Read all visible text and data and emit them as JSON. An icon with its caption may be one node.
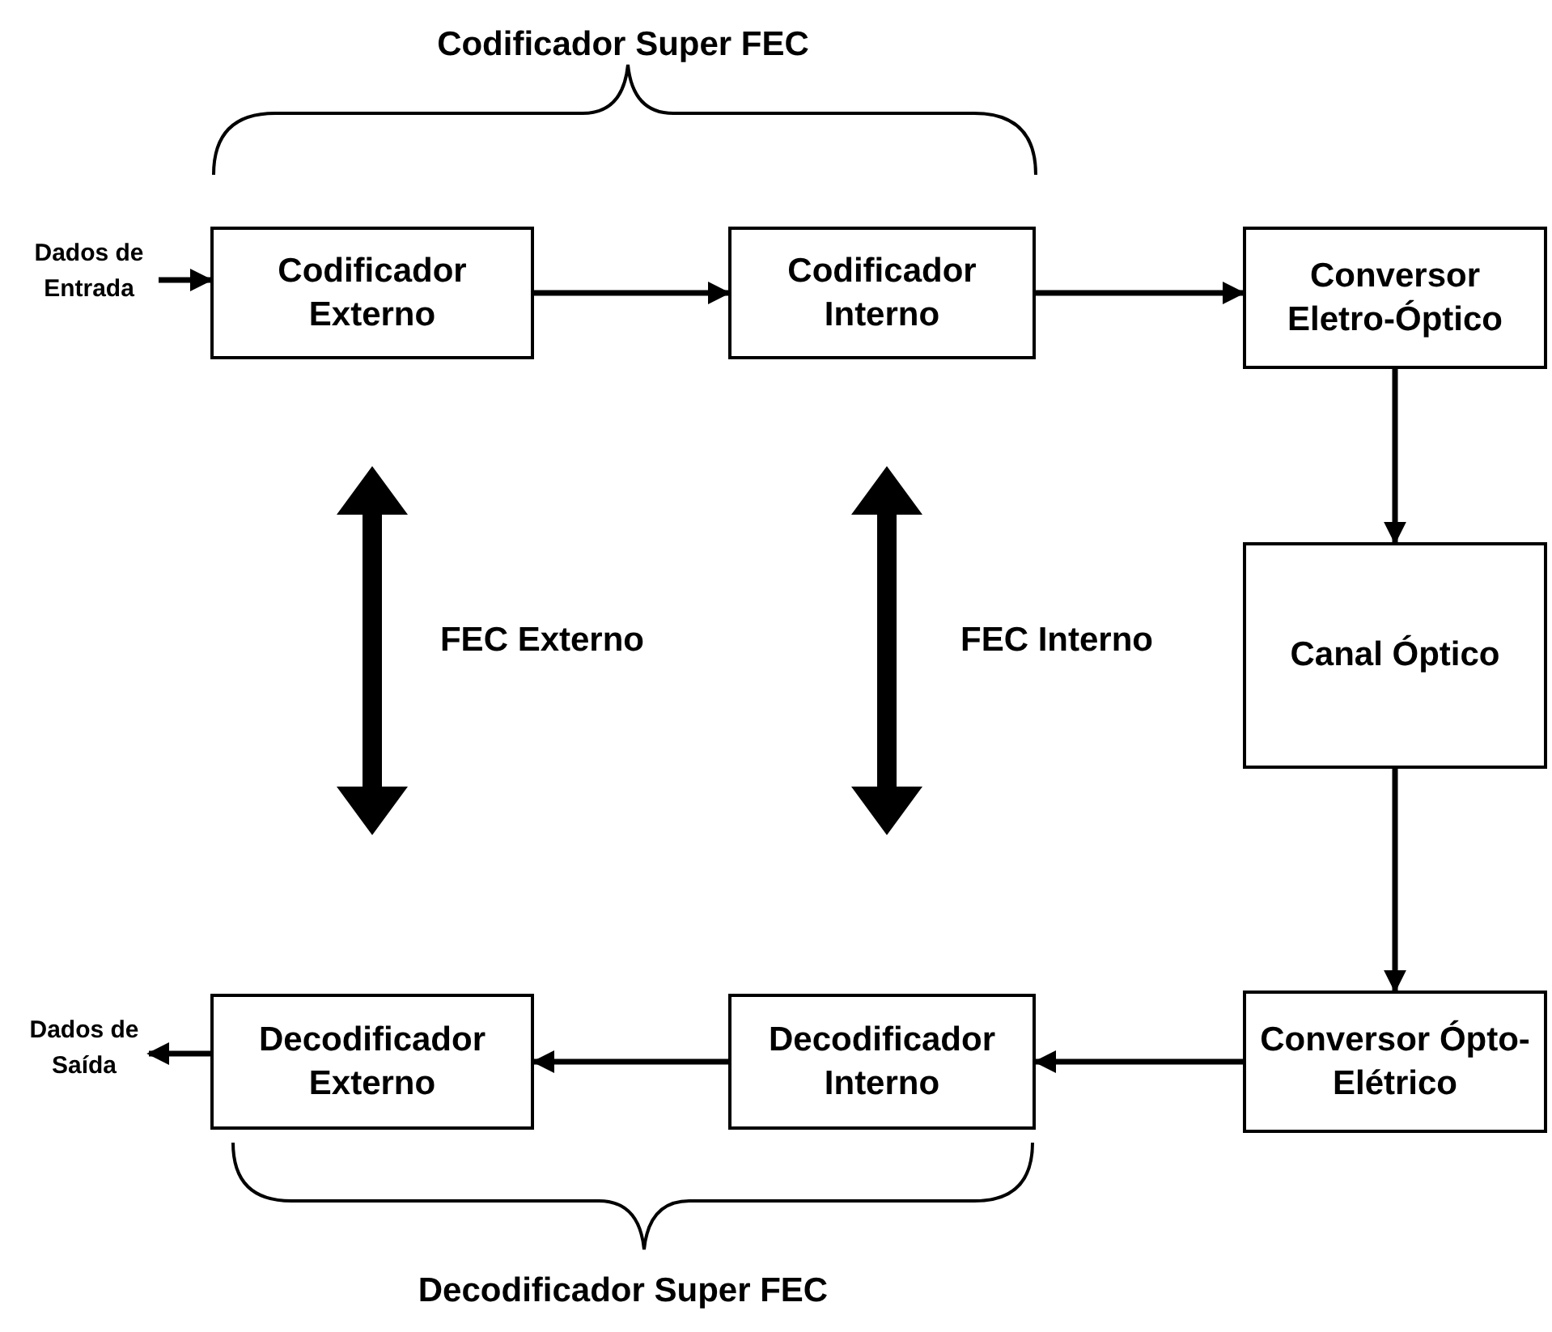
{
  "diagram": {
    "nodes": [
      {
        "text": [
          "Dados de Entrada"
        ]
      },
      {
        "text": [
          "Codificador Externo"
        ]
      },
      {
        "text": [
          "Codificador Interno"
        ]
      },
      {
        "text": [
          "Conversor Eletro-Óptico"
        ]
      },
      {
        "text": [
          "Canal Óptico"
        ]
      },
      {
        "text": [
          "Conversor Ópto-Elétrico"
        ]
      },
      {
        "text": [
          "Decodificador Interno"
        ]
      },
      {
        "text": [
          "Decodificador Externo"
        ]
      },
      {
        "text": [
          "Dados de Saída"
        ]
      }
    ],
    "edges": [
      {
        "from": 0,
        "to": 1,
        "arrow": "to"
      },
      {
        "from": 1,
        "to": 2,
        "arrow": "to"
      },
      {
        "from": 2,
        "to": 3,
        "arrow": "to"
      },
      {
        "from": 3,
        "to": 4,
        "arrow": "to"
      },
      {
        "from": 4,
        "to": 5,
        "arrow": "to"
      },
      {
        "from": 5,
        "to": 6,
        "arrow": "to"
      },
      {
        "from": 6,
        "to": 7,
        "arrow": "to"
      },
      {
        "from": 7,
        "to": 8,
        "arrow": "to"
      }
    ],
    "labels": [
      "Codificador Super FEC",
      "FEC Externo",
      "FEC Interno",
      "Decodificador Super FEC"
    ]
  }
}
